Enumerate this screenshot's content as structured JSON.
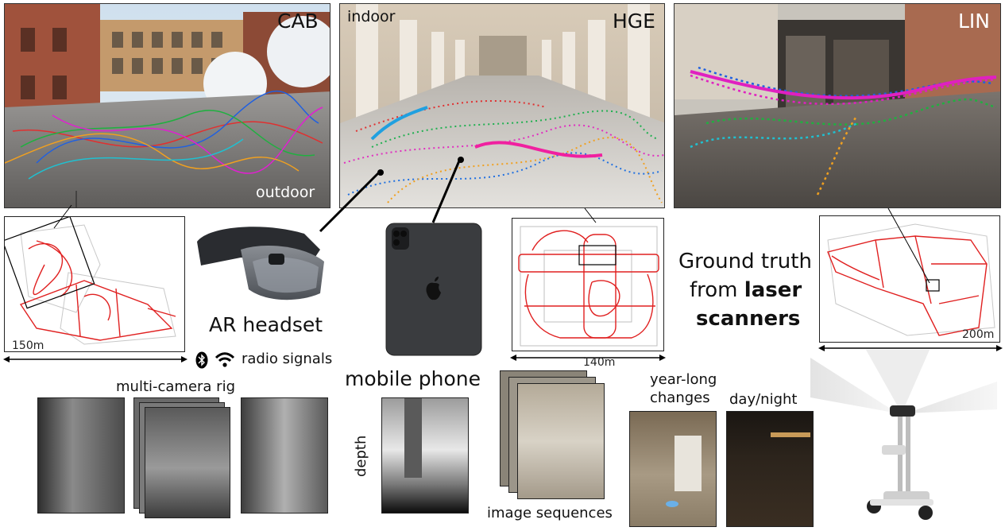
{
  "scenes": {
    "cab": {
      "name": "CAB",
      "tag": "outdoor"
    },
    "hge": {
      "name": "HGE",
      "tag": "indoor"
    },
    "lin": {
      "name": "LIN"
    }
  },
  "maps": {
    "cab_scale": "150m",
    "hge_scale": "140m",
    "lin_scale": "200m"
  },
  "devices": {
    "ar_headset": "AR headset",
    "radio_signals": "radio signals",
    "mobile_phone": "mobile phone",
    "depth": "depth",
    "multi_camera_rig": "multi-camera rig",
    "image_sequences": "image sequences",
    "year_long_line1": "year-long",
    "year_long_line2": "changes",
    "day_night": "day/night"
  },
  "ground_truth": {
    "line1": "Ground truth",
    "line2_prefix": "from ",
    "line2_bold": "laser",
    "line3_bold": "scanners"
  },
  "colors": {
    "trajectory_red": "#e02020",
    "ground_truth_text": "#111111"
  },
  "icons": [
    "bluetooth-icon",
    "wifi-icon"
  ]
}
